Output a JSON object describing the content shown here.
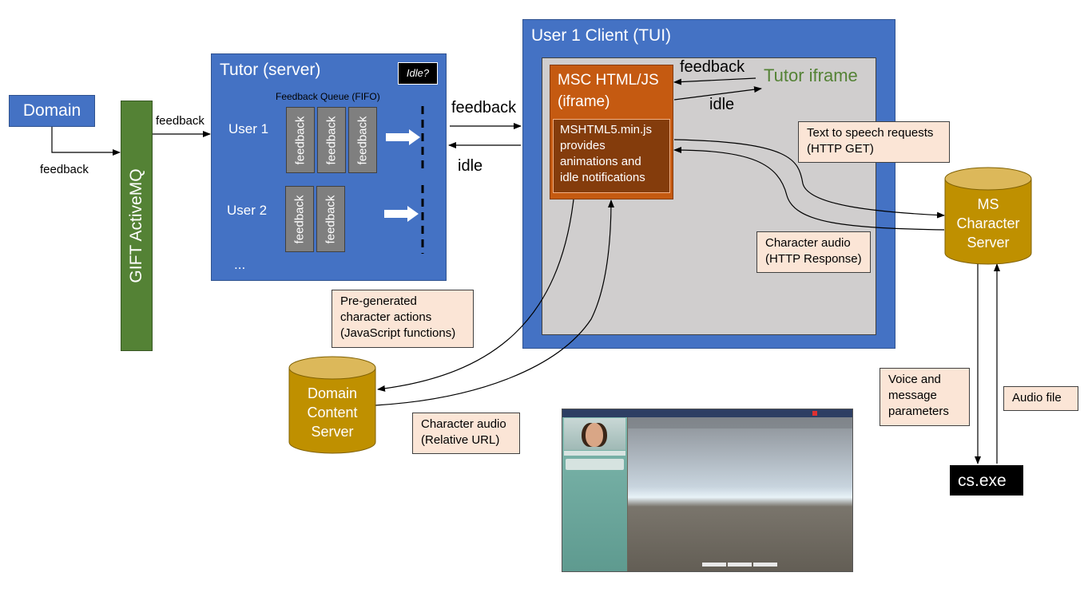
{
  "domain_box": {
    "label": "Domain"
  },
  "gift": {
    "label": "GIFT ActiveMQ"
  },
  "tutor": {
    "title": "Tutor (server)",
    "idle_badge": "Idle?",
    "queue_label": "Feedback Queue (FIFO)",
    "user1_label": "User 1",
    "user2_label": "User 2",
    "ellipsis": "...",
    "card_label": "feedback"
  },
  "client": {
    "title": "User 1 Client (TUI)",
    "msc_title": "MSC HTML/JS",
    "msc_subtitle": "(iframe)",
    "msc_inner": "MSHTML5.min.js provides animations and idle notifications",
    "tutor_iframe": "Tutor iframe"
  },
  "labels": {
    "feedback_domain": "feedback",
    "feedback_gift": "feedback",
    "feedback_main": "feedback",
    "idle_main": "idle",
    "feedback_inner": "feedback",
    "idle_inner": "idle"
  },
  "notes": {
    "tts": [
      "Text to speech requests",
      "(HTTP GET)"
    ],
    "char_audio_http": [
      "Character audio",
      "(HTTP Response)"
    ],
    "pregen": [
      "Pre-generated",
      "character actions",
      "(JavaScript functions)"
    ],
    "char_audio_rel": [
      "Character audio",
      "(Relative URL)"
    ],
    "voice": [
      "Voice and",
      "message",
      "parameters"
    ],
    "audio_file": "Audio file"
  },
  "cylinders": {
    "ms_server": [
      "MS",
      "Character",
      "Server"
    ],
    "domain_content": [
      "Domain",
      "Content",
      "Server"
    ]
  },
  "cs_exe": "cs.exe",
  "colors": {
    "blue": "#4472c4",
    "orange": "#c55a11",
    "dark_orange": "#843c0c",
    "green": "#548235",
    "cylinder": "#bf9000",
    "note": "#fbe5d6",
    "tutor_iframe_text": "#548235"
  }
}
